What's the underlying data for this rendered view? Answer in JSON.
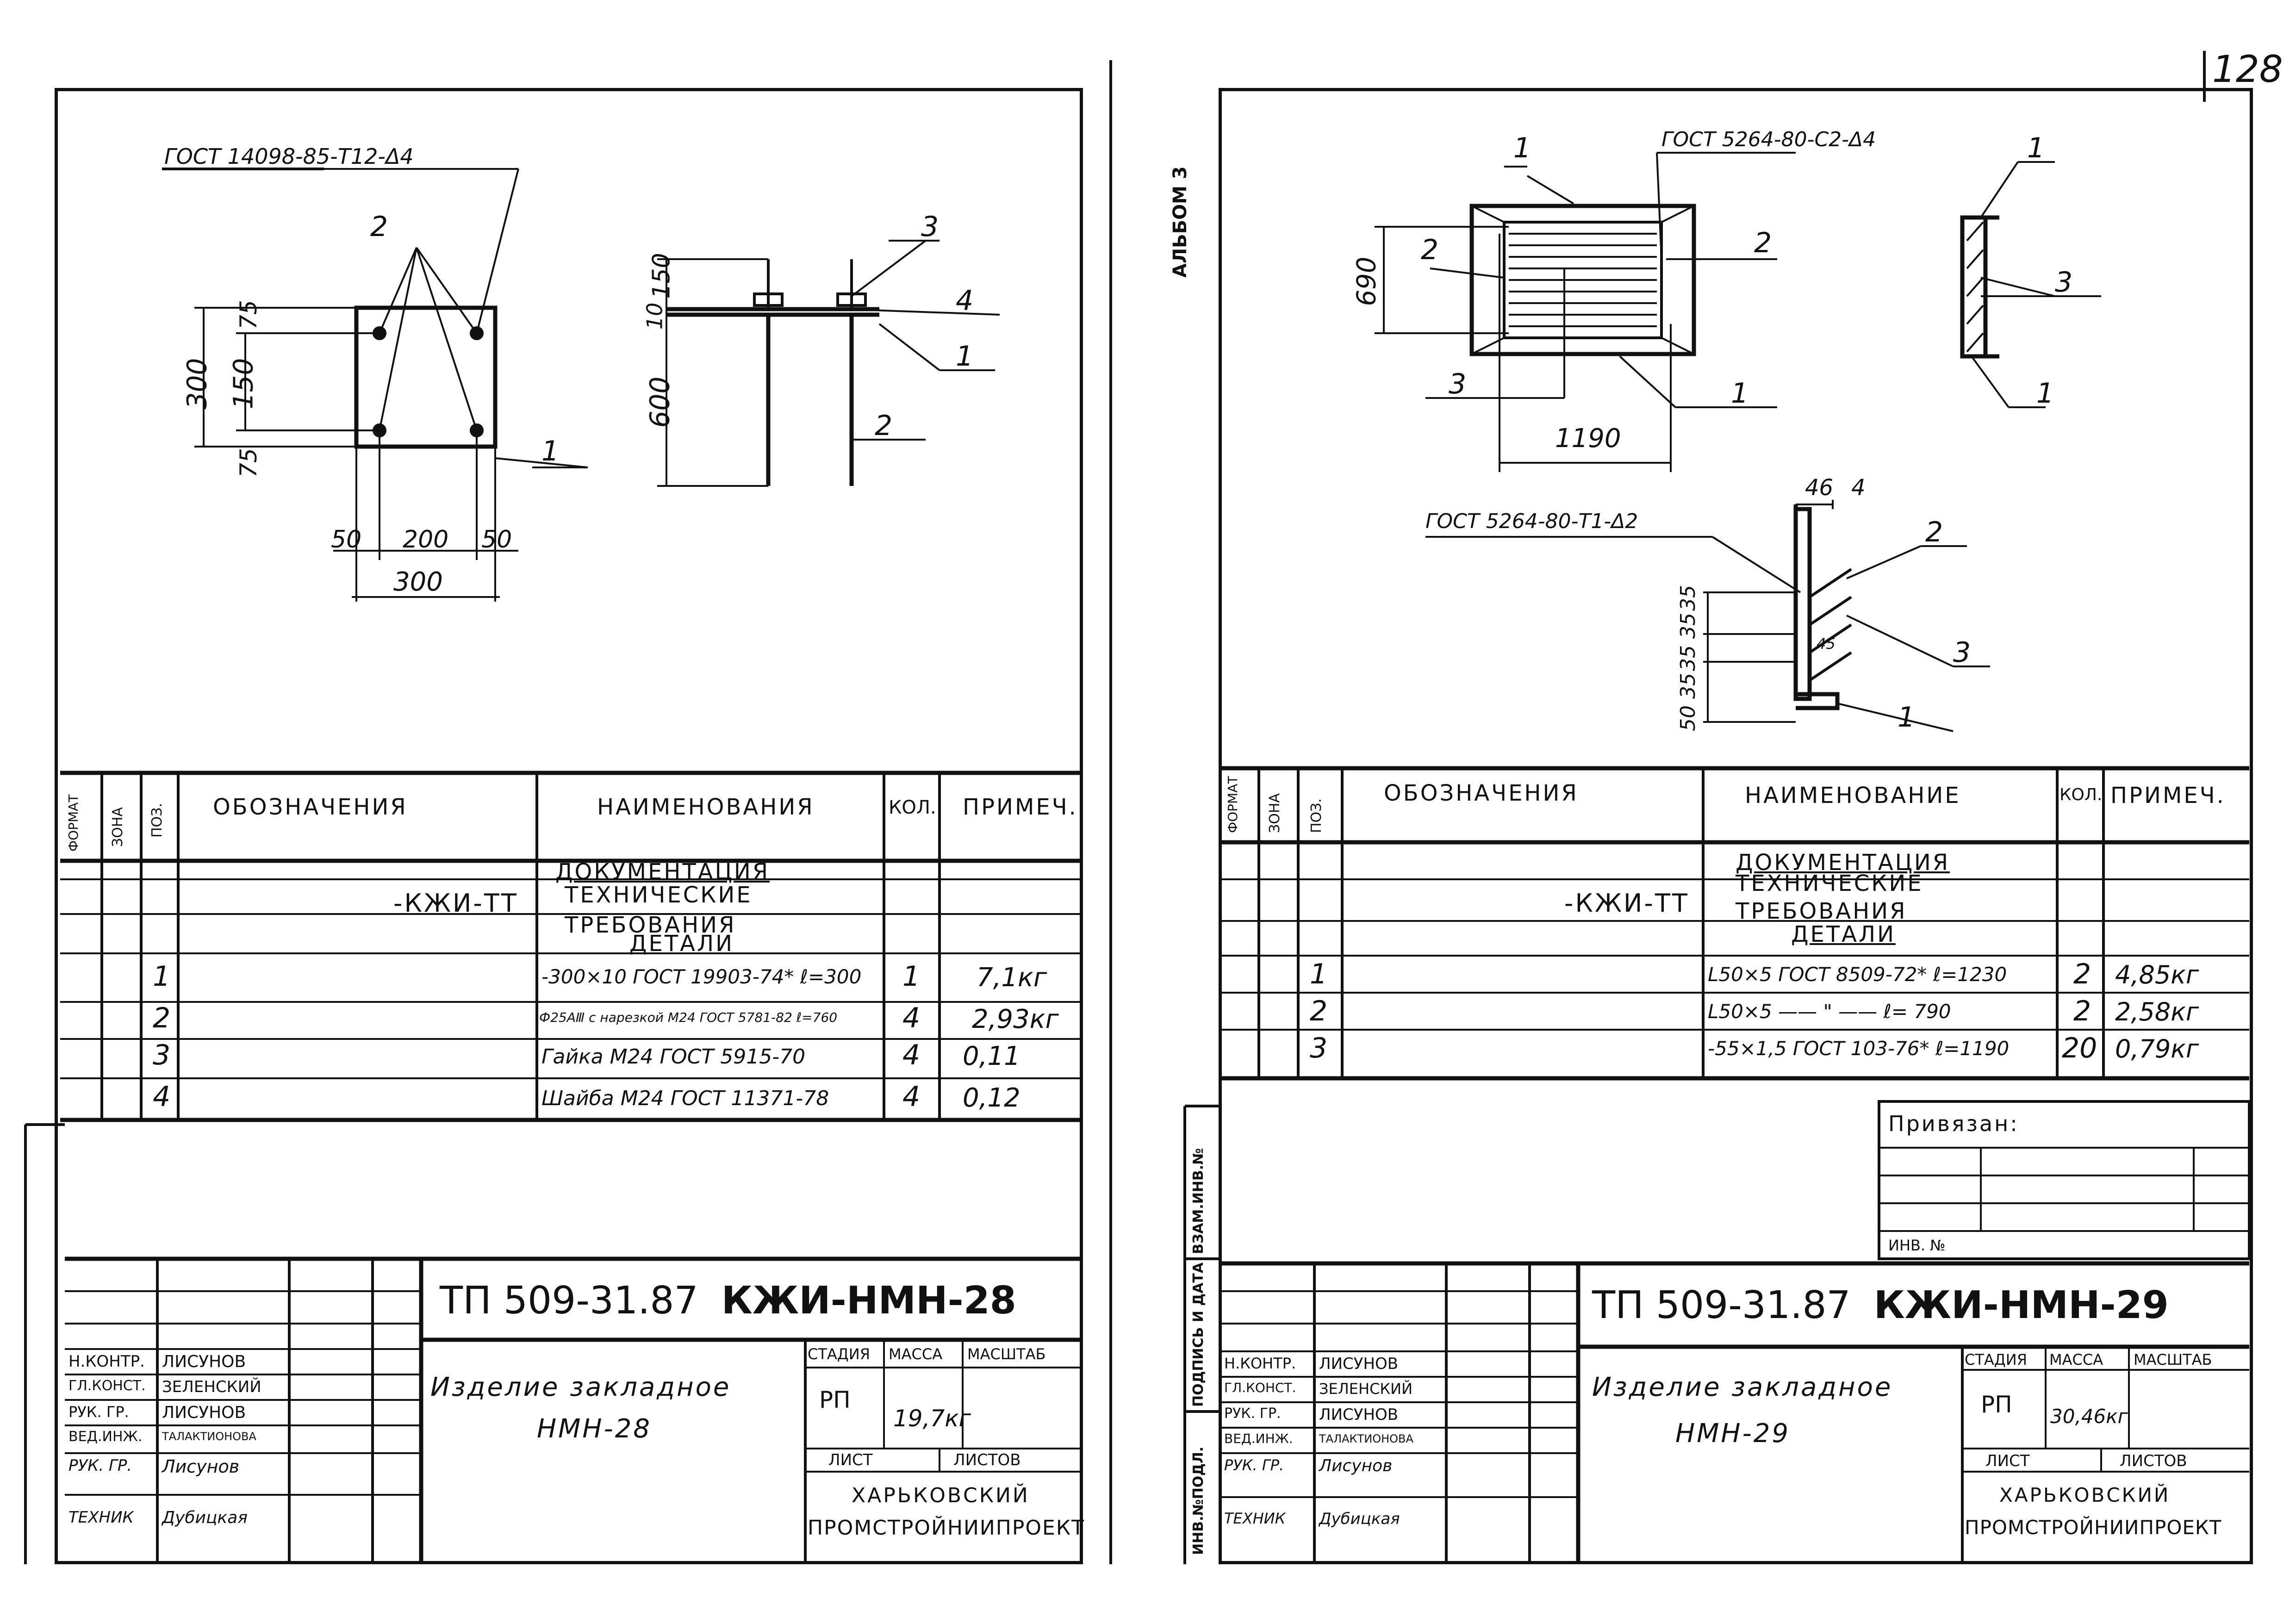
{
  "page_number": "128",
  "album_label": "АЛЬБОМ 3",
  "left_sheet": {
    "drawing": {
      "weld_note": "ГОСТ 14098-85-Т12-Δ4",
      "callouts": [
        "1",
        "2",
        "3",
        "4",
        "1",
        "2"
      ],
      "dims_plan": [
        "300",
        "150",
        "75",
        "75",
        "50",
        "200",
        "50",
        "300"
      ],
      "dims_section": [
        "10",
        "150",
        "600"
      ]
    },
    "table": {
      "headers": {
        "format": "ФОРМАТ",
        "zone": "ЗОНА",
        "pos": "ПОЗ.",
        "designation": "ОБОЗНАЧЕНИЯ",
        "name": "НАИМЕНОВАНИЯ",
        "qty": "КОЛ.",
        "note": "ПРИМЕЧ."
      },
      "doc_section": "ДОКУМЕНТАЦИЯ",
      "doc_code": "-КЖИ-ТТ",
      "doc_name_1": "ТЕХНИЧЕСКИЕ",
      "doc_name_2": "ТРЕБОВАНИЯ",
      "details_section": "ДЕТАЛИ",
      "rows": [
        {
          "pos": "1",
          "name": "-300×10 ГОСТ 19903-74* ℓ=300",
          "qty": "1",
          "note": "7,1кг"
        },
        {
          "pos": "2",
          "name": "Ф25АⅢ с нарезкой М24 ГОСТ 5781-82 ℓ=760",
          "qty": "4",
          "note": "2,93кг"
        },
        {
          "pos": "3",
          "name": "Гайка М24 ГОСТ 5915-70",
          "qty": "4",
          "note": "0,11"
        },
        {
          "pos": "4",
          "name": "Шайба М24 ГОСТ 11371-78",
          "qty": "4",
          "note": "0,12"
        }
      ]
    },
    "title_block": {
      "doc_number": "ТП 509-31.87",
      "doc_code": "КЖИ-НМН-28",
      "roles": [
        "Н.КОНТР.",
        "ГЛ.КОНСТ.",
        "РУК. ГР.",
        "ВЕД.ИНЖ.",
        "РУК. ГР.",
        "ТЕХНИК"
      ],
      "names": [
        "ЛИСУНОВ",
        "ЗЕЛЕНСКИЙ",
        "ЛИСУНОВ",
        "ТАЛАКТИОНОВА",
        "Лисунов",
        "Дубицкая"
      ],
      "item_name_1": "Изделие закладное",
      "item_name_2": "НМН-28",
      "stage_label": "СТАДИЯ",
      "mass_label": "МАССА",
      "scale_label": "МАСШТАБ",
      "stage": "РП",
      "mass": "19,7кг",
      "sheet_label": "ЛИСТ",
      "sheets_label": "ЛИСТОВ",
      "org_1": "ХАРЬКОВСКИЙ",
      "org_2": "ПРОМСТРОЙНИИПРОЕКТ"
    }
  },
  "right_sheet": {
    "drawing": {
      "weld_note_top": "ГОСТ 5264-80-С2-Δ4",
      "weld_note_mid": "ГОСТ 5264-80-Т1-Δ2",
      "dims": [
        "690",
        "1190",
        "46",
        "4",
        "35",
        "35",
        "35",
        "35",
        "50",
        "45"
      ],
      "callouts": [
        "1",
        "2",
        "3",
        "1",
        "2",
        "1",
        "3",
        "1",
        "2",
        "3",
        "1"
      ]
    },
    "side_stamp": {
      "inv_orig": "ИНВ.№ПОДЛ.",
      "sign_date": "ПОДПИСЬ И ДАТА",
      "replace_inv": "ВЗАМ.ИНВ.№"
    },
    "table": {
      "headers": {
        "format": "ФОРМАТ",
        "zone": "ЗОНА",
        "pos": "ПОЗ.",
        "designation": "ОБОЗНАЧЕНИЯ",
        "name": "НАИМЕНОВАНИЕ",
        "qty": "КОЛ.",
        "note": "ПРИМЕЧ."
      },
      "doc_section": "ДОКУМЕНТАЦИЯ",
      "doc_code": "-КЖИ-ТТ",
      "doc_name_1": "ТЕХНИЧЕСКИЕ",
      "doc_name_2": "ТРЕБОВАНИЯ",
      "details_section": "ДЕТАЛИ",
      "rows": [
        {
          "pos": "1",
          "name": "L50×5 ГОСТ 8509-72* ℓ=1230",
          "qty": "2",
          "note": "4,85кг"
        },
        {
          "pos": "2",
          "name": "L50×5 —— \" —— ℓ= 790",
          "qty": "2",
          "note": "2,58кг"
        },
        {
          "pos": "3",
          "name": "-55×1,5 ГОСТ 103-76* ℓ=1190",
          "qty": "20",
          "note": "0,79кг"
        }
      ]
    },
    "bound_block": {
      "label": "Привязан:",
      "inv_label": "ИНВ. №"
    },
    "title_block": {
      "doc_number": "ТП 509-31.87",
      "doc_code": "КЖИ-НМН-29",
      "roles": [
        "Н.КОНТР.",
        "ГЛ.КОНСТ.",
        "РУК. ГР.",
        "ВЕД.ИНЖ.",
        "РУК. ГР.",
        "ТЕХНИК"
      ],
      "names": [
        "ЛИСУНОВ",
        "ЗЕЛЕНСКИЙ",
        "ЛИСУНОВ",
        "ТАЛАКТИОНОВА",
        "Лисунов",
        "Дубицкая"
      ],
      "item_name_1": "Изделие закладное",
      "item_name_2": "НМН-29",
      "stage_label": "СТАДИЯ",
      "mass_label": "МАССА",
      "scale_label": "МАСШТАБ",
      "stage": "РП",
      "mass": "30,46кг",
      "sheet_label": "ЛИСТ",
      "sheets_label": "ЛИСТОВ",
      "org_1": "ХАРЬКОВСКИЙ",
      "org_2": "ПРОМСТРОЙНИИПРОЕКТ"
    }
  }
}
